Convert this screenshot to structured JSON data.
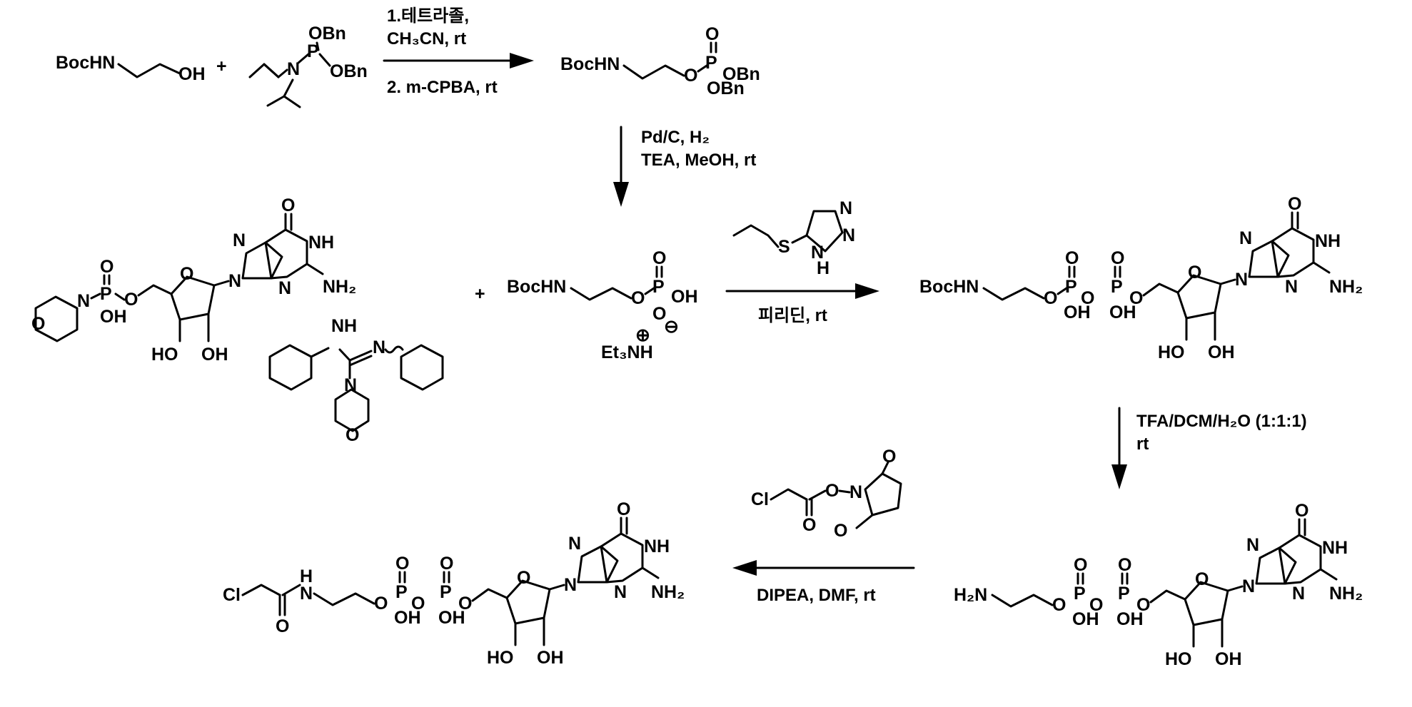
{
  "steps": {
    "s1_line1": "1.테트라졸,",
    "s1_line2": "CH₃CN, rt",
    "s1_line3": "2. m-CPBA, rt",
    "s2_line1": "Pd/C, H₂",
    "s2_line2": "TEA, MeOH, rt",
    "s3_cond": "피리딘, rt",
    "s4_line1": "TFA/DCM/H₂O (1:1:1)",
    "s4_line2": "rt",
    "s5_cond": "DIPEA, DMF, rt"
  },
  "labels": {
    "bochn": "BocHN",
    "oh": "OH",
    "obn": "OBn",
    "bn": "Bn",
    "o": "O",
    "p": "P",
    "n": "N",
    "nh": "NH",
    "nh2": "NH₂",
    "h2n": "H₂N",
    "ho": "HO",
    "h": "H",
    "s": "S",
    "cl": "Cl",
    "et3nh": "Et₃NH",
    "plus": "+",
    "plus_circ": "⊕",
    "minus_circ": "⊖"
  }
}
